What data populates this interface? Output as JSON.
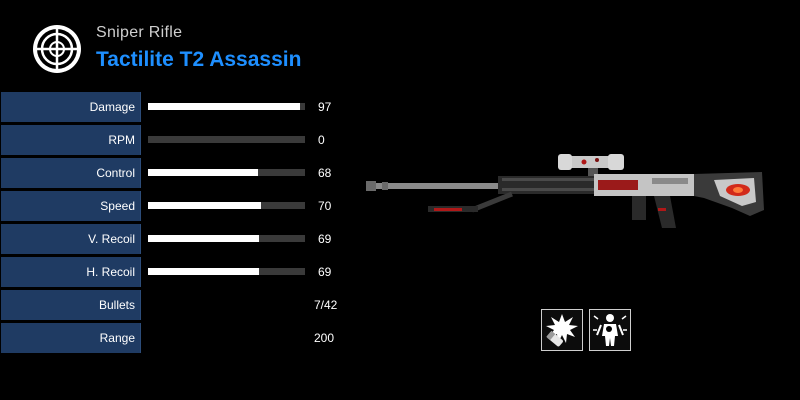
{
  "header": {
    "category": "Sniper Rifle",
    "weapon_name": "Tactilite T2 Assassin",
    "icon": "crosshair-scope-icon"
  },
  "stats": [
    {
      "label": "Damage",
      "value": "97",
      "fraction": 0.97,
      "type": "bar"
    },
    {
      "label": "RPM",
      "value": "0",
      "fraction": 0,
      "type": "bar"
    },
    {
      "label": "Control",
      "value": "68",
      "fraction": 0.7,
      "type": "bar"
    },
    {
      "label": "Speed",
      "value": "70",
      "fraction": 0.72,
      "type": "bar"
    },
    {
      "label": "V. Recoil",
      "value": "69",
      "fraction": 0.71,
      "type": "bar"
    },
    {
      "label": "H. Recoil",
      "value": "69",
      "fraction": 0.71,
      "type": "bar"
    },
    {
      "label": "Bullets",
      "value": "7/42",
      "type": "text"
    },
    {
      "label": "Range",
      "value": "200",
      "type": "text"
    }
  ],
  "perks": [
    {
      "icon": "explosive-round-icon"
    },
    {
      "icon": "body-impact-icon"
    }
  ],
  "colors": {
    "accent": "#1e8fff",
    "label_bg": "#1f3b63",
    "bar_track": "#3a3a3a",
    "bar_fill": "#ffffff"
  }
}
